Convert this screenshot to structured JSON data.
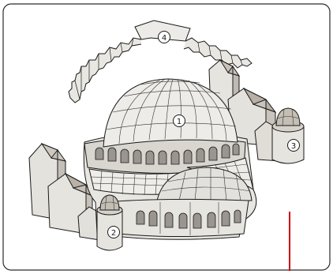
{
  "callouts": [
    {
      "id": "1",
      "text": "1"
    },
    {
      "id": "2",
      "text": "2"
    },
    {
      "id": "3",
      "text": "3"
    },
    {
      "id": "4",
      "text": "4"
    }
  ],
  "colors": {
    "outline": "#1a1a1a",
    "wall": "#e6e4df",
    "wall_shade": "#c9c5bd",
    "wall_dark": "#aaa49a",
    "roof": "#d8d4cc",
    "roof_dark": "#b9b0a6",
    "window": "#9a958f",
    "frame": "#2a2a2a",
    "marker": "#cc0011"
  }
}
